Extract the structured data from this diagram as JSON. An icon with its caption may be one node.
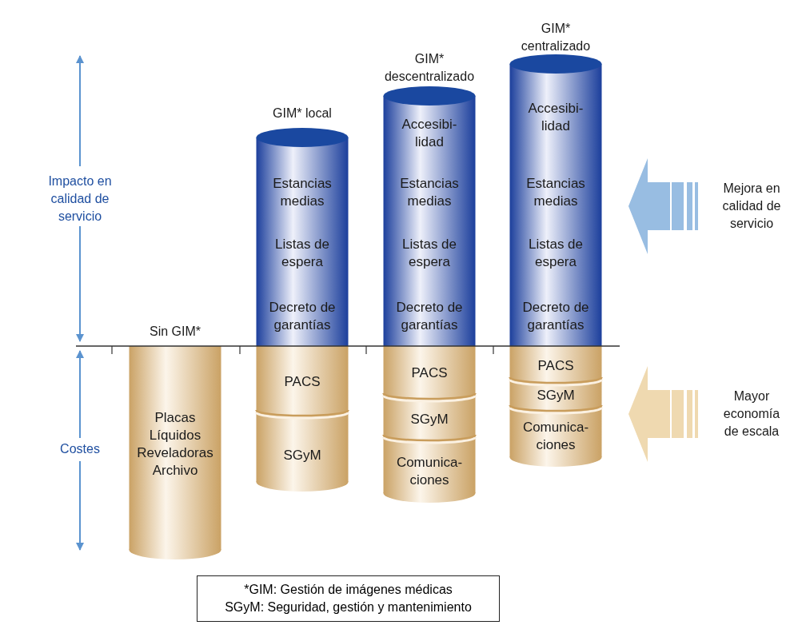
{
  "diagram": {
    "nodes": [
      {
        "text": [
          "Sin GIM*",
          "Placas",
          "Líquidos",
          "Reveladoras",
          "Archivo"
        ]
      },
      {
        "text": [
          "GIM* local",
          "Estancias medias",
          "Listas de espera",
          "Decreto de garantías"
        ]
      },
      {
        "text": [
          "PACS",
          "SGyM"
        ]
      },
      {
        "text": [
          "GIM* descentralizado",
          "Accesibi- lidad",
          "Estancias medias",
          "Listas de espera",
          "Decreto de garantías"
        ]
      },
      {
        "text": [
          "PACS",
          "SGyM",
          "Comunica- ciones"
        ]
      },
      {
        "text": [
          "GIM* centralizado",
          "Accesibi- lidad",
          "Estancias medias",
          "Listas de espera",
          "Decreto de garantías"
        ]
      },
      {
        "text": [
          "PACS",
          "SGyM",
          "Comunica- ciones"
        ]
      },
      {
        "text": [
          "*GIM: Gestión de imágenes médicas",
          "SGyM: Seguridad, gestión y mantenimiento"
        ]
      }
    ],
    "labels": [
      "Impacto en calidad de servicio",
      "Costes",
      "Mejora en calidad de servicio",
      "Mayor economía de escala"
    ]
  }
}
